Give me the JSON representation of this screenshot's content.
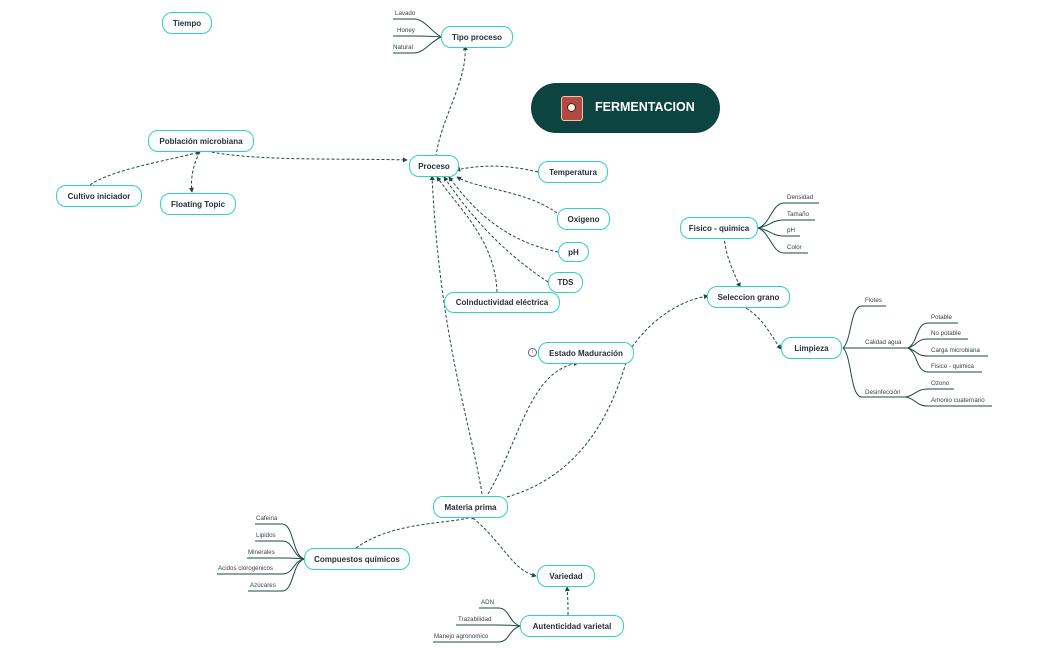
{
  "root": {
    "title": "FERMENTACION",
    "icon": "notebook-icon",
    "colors": {
      "bg": "#0c4441",
      "border": "#2ed3c0"
    }
  },
  "topics": {
    "tiempo": "Tiempo",
    "tipo_proceso": "Tipo proceso",
    "poblacion": "Población microbiana",
    "cultivo": "Cultivo iniciador",
    "floating": "Floating Topic",
    "proceso": "Proceso",
    "temperatura": "Temperatura",
    "oxigeno": "Oxigeno",
    "ph": "pH",
    "tds": "TDS",
    "conductividad": "Colnductividad eléctrica",
    "estado": "Estado Maduración",
    "fisico": "Fisico - quimica",
    "seleccion": "Seleccion grano",
    "limpieza": "Limpieza",
    "materia": "Materia prima",
    "compuestos": "Compuestos químicos",
    "variedad": "Variedad",
    "autenticidad": "Autenticidad varietal"
  },
  "leaves": {
    "tipo_proceso": [
      "Lavado",
      "Honey",
      "Natural"
    ],
    "fisico": [
      "Densidad",
      "Tamaño",
      "pH",
      "Color"
    ],
    "limpieza": [
      "Flotes",
      "Calidad agua",
      "Desinfección"
    ],
    "calidad_agua": [
      "Potable",
      "No potable",
      "Carga microbiana",
      "Fisico - quimica"
    ],
    "desinfeccion": [
      "Ozono",
      "Amonio cuaternario"
    ],
    "compuestos": [
      "Cafeina",
      "Lipidos",
      "Minerales",
      "Acidos clorogénicos",
      "Azúcares"
    ],
    "autenticidad": [
      "ADN",
      "Trazabilidad",
      "Manejo agronomico"
    ]
  }
}
